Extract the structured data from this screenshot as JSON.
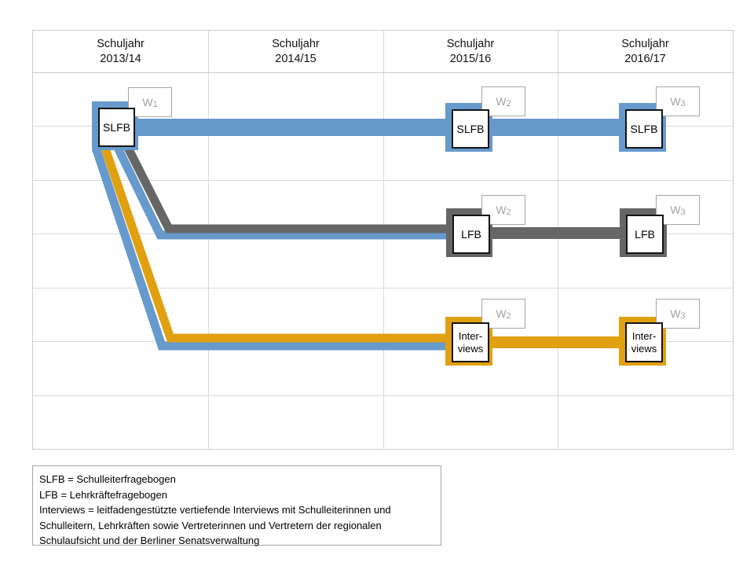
{
  "header": {
    "columns": [
      {
        "line1": "Schuljahr",
        "line2": "2013/14"
      },
      {
        "line1": "Schuljahr",
        "line2": "2014/15"
      },
      {
        "line1": "Schuljahr",
        "line2": "2015/16"
      },
      {
        "line1": "Schuljahr",
        "line2": "2016/17"
      }
    ]
  },
  "waves": {
    "w1": {
      "prefix": "W",
      "sub": "1"
    },
    "w2": {
      "prefix": "W",
      "sub": "2"
    },
    "w3": {
      "prefix": "W",
      "sub": "3"
    }
  },
  "nodes": {
    "slfb_2013": {
      "label": "SLFB"
    },
    "slfb_2015": {
      "label": "SLFB"
    },
    "slfb_2016": {
      "label": "SLFB"
    },
    "lfb_2015": {
      "label": "LFB"
    },
    "lfb_2016": {
      "label": "LFB"
    },
    "interviews_2015": {
      "line1": "Inter-",
      "line2": "views"
    },
    "interviews_2016": {
      "line1": "Inter-",
      "line2": "views"
    }
  },
  "colors": {
    "slfb_blue": "#6699cc",
    "lfb_gray": "#666666",
    "interviews_orange": "#e0a010",
    "grid_line": "#d9d9d9",
    "wave_border": "#a6a6a6",
    "wave_text": "#a3a3a3"
  },
  "legend": {
    "lines": [
      "SLFB = Schulleiterfragebogen",
      "LFB = Lehrkräftefragebogen",
      "Interviews = leitfadengestützte vertiefende Interviews mit Schulleiterinnen und",
      "Schulleitern, Lehrkräften sowie Vertreterinnen und Vertretern der regionalen",
      "Schulaufsicht und der Berliner Senatsverwaltung"
    ]
  }
}
